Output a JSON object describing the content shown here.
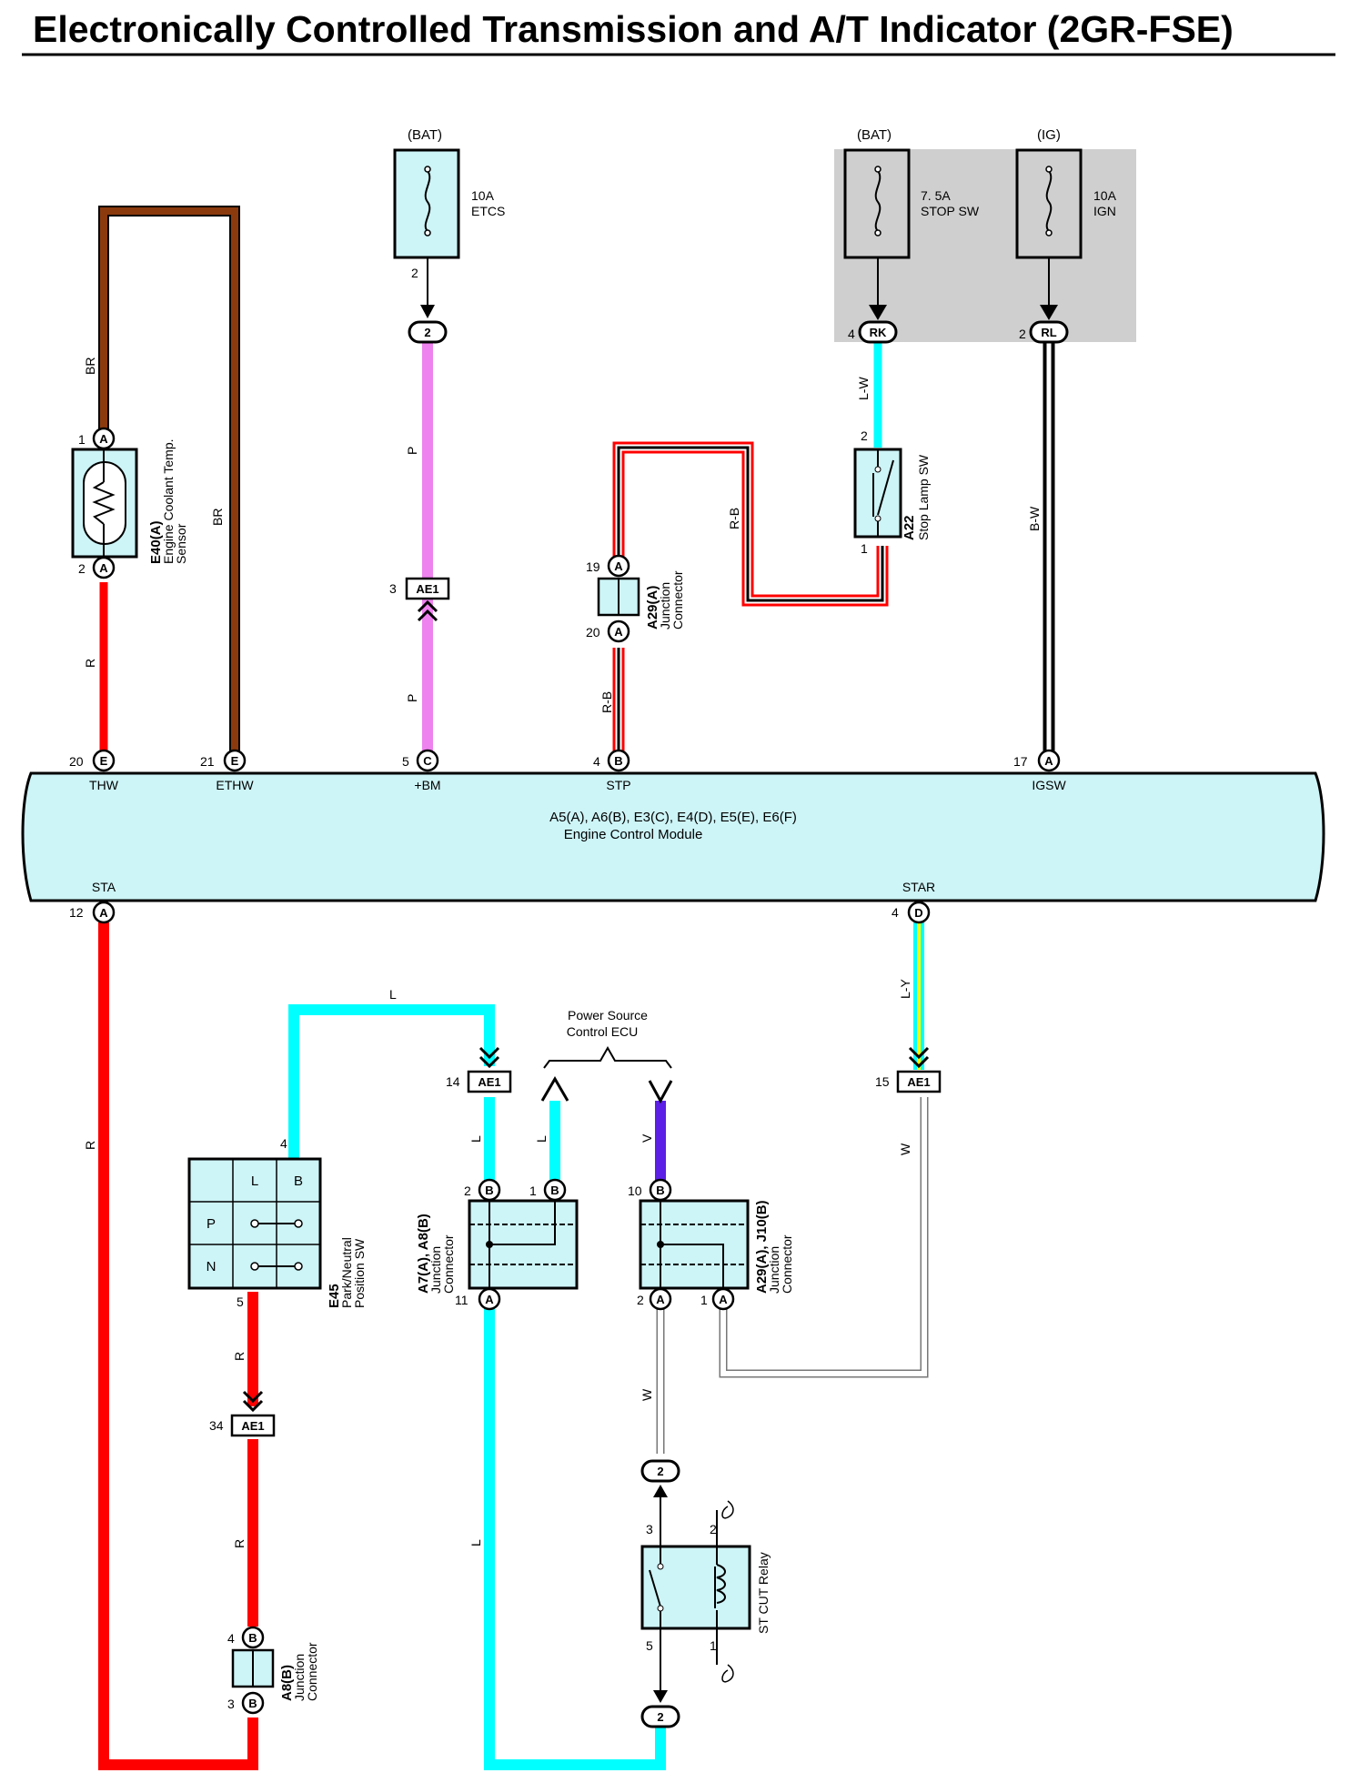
{
  "title": "Electronically Controlled Transmission and A/T Indicator (2GR-FSE)",
  "colors": {
    "BR": "#8b3a0e",
    "R": "#ff0000",
    "P": "#ee82ee",
    "L": "#00ffff",
    "V": "#5b1fe6",
    "W": "#ffffff",
    "B": "#000000",
    "Y": "#ffff00",
    "component_fill": "#cdf4f7",
    "shade": "#cfcfcf"
  },
  "supplies": {
    "etcs": {
      "source": "(BAT)",
      "rating": "10A",
      "name": "ETCS",
      "pin": "2",
      "conn": "2"
    },
    "stop": {
      "source": "(BAT)",
      "rating": "7. 5A",
      "name": "STOP SW",
      "pin": "4",
      "conn": "RK"
    },
    "ign": {
      "source": "(IG)",
      "rating": "10A",
      "name": "IGN",
      "pin": "2",
      "conn": "RL"
    }
  },
  "ecm": {
    "ids": "A5(A), A6(B), E3(C), E4(D), E5(E), E6(F)",
    "name": "Engine Control Module",
    "top_pins": [
      {
        "num": "20",
        "letter": "E",
        "label": "THW"
      },
      {
        "num": "21",
        "letter": "E",
        "label": "ETHW"
      },
      {
        "num": "5",
        "letter": "C",
        "label": "+BM"
      },
      {
        "num": "4",
        "letter": "B",
        "label": "STP"
      },
      {
        "num": "17",
        "letter": "A",
        "label": "IGSW"
      }
    ],
    "bottom_pins": [
      {
        "num": "12",
        "letter": "A",
        "label": "STA"
      },
      {
        "num": "4",
        "letter": "D",
        "label": "STAR"
      }
    ]
  },
  "components": {
    "e40": {
      "id": "E40(A)",
      "name_1": "Engine Coolant Temp.",
      "name_2": "Sensor",
      "pin_top": "1",
      "letter_top": "A",
      "pin_bot": "2",
      "letter_bot": "A"
    },
    "a29_top": {
      "id": "A29(A)",
      "name_1": "Junction",
      "name_2": "Connector",
      "pin_top": "19",
      "letter_top": "A",
      "pin_bot": "20",
      "letter_bot": "A"
    },
    "a22": {
      "id": "A22",
      "name": "Stop Lamp SW",
      "pin_top": "2",
      "pin_bot": "1"
    },
    "e45": {
      "id": "E45",
      "name_1": "Park/Neutral",
      "name_2": "Position SW",
      "pin_in": "4",
      "pin_out": "5",
      "grid": [
        "L",
        "B",
        "P",
        "N"
      ]
    },
    "a7a8": {
      "id": "A7(A), A8(B)",
      "name_1": "Junction",
      "name_2": "Connector",
      "pin_a": "2",
      "letter_a": "B",
      "pin_b": "1",
      "letter_b": "B",
      "pin_c": "11",
      "letter_c": "A"
    },
    "a29j10": {
      "id": "A29(A), J10(B)",
      "name_1": "Junction",
      "name_2": "Connector",
      "pin_a": "10",
      "letter_a": "B",
      "pin_b": "2",
      "letter_b": "A",
      "pin_c": "1",
      "letter_c": "A"
    },
    "a8b": {
      "id": "A8(B)",
      "name_1": "Junction",
      "name_2": "Connector",
      "pin_top": "4",
      "letter_top": "B",
      "pin_bot": "3",
      "letter_bot": "B"
    },
    "stcut": {
      "name": "ST CUT Relay",
      "pin3": "3",
      "pin2": "2",
      "pin5": "5",
      "pin1": "1",
      "conn_top": "2",
      "conn_bot": "2"
    },
    "psecu": {
      "name_1": "Power Source",
      "name_2": "Control ECU"
    }
  },
  "connectors": {
    "ae1_p": {
      "pin": "3",
      "name": "AE1"
    },
    "ae1_l": {
      "pin": "14",
      "name": "AE1"
    },
    "ae1_w": {
      "pin": "15",
      "name": "AE1"
    },
    "ae1_r": {
      "pin": "34",
      "name": "AE1"
    }
  },
  "wire_labels": {
    "br1": "BR",
    "br2": "BR",
    "r1": "R",
    "p1": "P",
    "p2": "P",
    "rb1": "R-B",
    "rb2": "R-B",
    "lw": "L-W",
    "bw": "B-W",
    "r_sta": "R",
    "l_top": "L",
    "l1": "L",
    "l2": "L",
    "v": "V",
    "ly": "L-Y",
    "w1": "W",
    "w2": "W",
    "r2": "R",
    "r3": "R",
    "l3": "L"
  }
}
